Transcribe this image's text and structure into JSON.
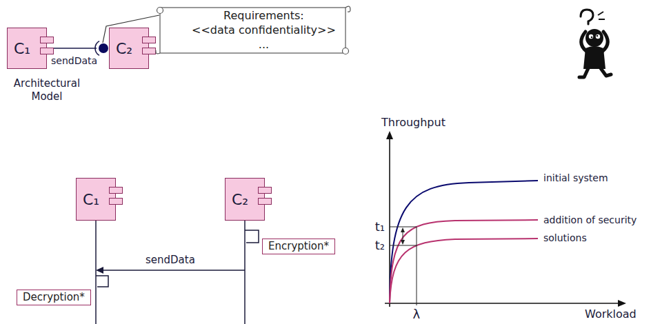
{
  "diagram": {
    "nodes": [
      {
        "text": [
          "C₁"
        ]
      },
      {
        "text": [
          "C₂"
        ]
      },
      {
        "text": [
          "Requirements:",
          "<<data confidentiality>>",
          "..."
        ]
      },
      {
        "text": [
          "C₁"
        ]
      },
      {
        "text": [
          "C₂"
        ]
      },
      {
        "text": [
          "Encryption*"
        ]
      },
      {
        "text": [
          "Decryption*"
        ]
      }
    ],
    "edges": [
      {
        "from": 0,
        "to": 1,
        "arrow": "none",
        "label": "sendData"
      }
    ],
    "labels": [
      "Architectural Model",
      "Throughput",
      "initial system",
      "t₁",
      "addition of security solutions",
      "t₂",
      "sendData",
      "λ",
      "Workload"
    ]
  }
}
